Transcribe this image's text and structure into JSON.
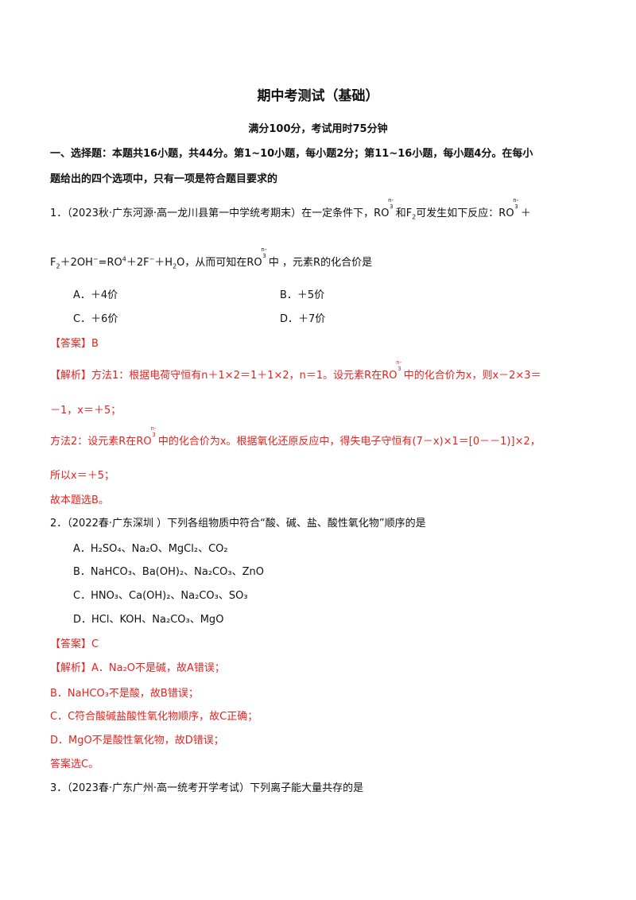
{
  "header": {
    "title": "期中考测试（基础）",
    "subtitle": "满分100分，考试用时75分钟"
  },
  "section1": {
    "line1": "一、选择题：本题共16小题，共44分。第1~10小题，每小题2分；第11~16小题，每小题4分。在每小",
    "line2": "题给出的四个选项中，只有一项是符合题目要求的"
  },
  "q1": {
    "number": "1．",
    "source": "（2023秋·广东河源·高一龙川县第一中学统考期末）",
    "stem_a": "在一定条件下，",
    "ion": "RO",
    "ion_sup_n": "n-",
    "ion_sub": "3",
    "stem_b": "和F",
    "stem_c": "可发生如下反应：",
    "stem_plus": "＋",
    "eq_a": "F",
    "eq_b": "＋2OH",
    "eq_c": "=RO",
    "eq_d": "＋2F",
    "eq_e": "＋H",
    "eq_f": "O，从而可知在",
    "eq_g": "中 ，元素R的化合价是",
    "optA": "A．＋4价",
    "optB": "B．＋5价",
    "optC": "C．＋6价",
    "optD": "D．＋7价",
    "answer_label": "【答案】",
    "answer": "B",
    "exp_label": "【解析】",
    "exp1_a": "方法1：根据电荷守恒有n＋1×2＝1＋1×2，n＝1。设元素R在",
    "exp1_b": "中的化合价为x，则x－2×3＝",
    "exp2": "－1，x＝＋5；",
    "exp3_a": "方法2：设元素R在",
    "exp3_b": "中的化合价为x。根据氧化还原反应中，得失电子守恒有(7－x)×1＝[0－－1)]×2，",
    "exp4": "所以x＝＋5；",
    "exp5": "故本题选B。"
  },
  "q2": {
    "stem": "2．（2022春·广东深圳 ）下列各组物质中符合“酸、碱、盐、酸性氧化物”顺序的是",
    "optA": "A．H₂SO₄、Na₂O、MgCl₂、CO₂",
    "optB": "B．NaHCO₃、Ba(OH)₂、Na₂CO₃、ZnO",
    "optC": "C．HNO₃、Ca(OH)₂、Na₂CO₃、SO₃",
    "optD": "D．HCl、KOH、Na₂CO₃、MgO",
    "answer_label": "【答案】",
    "answer": "C",
    "exp_label": "【解析】",
    "exp1": "A．Na₂O不是碱，故A错误；",
    "exp2": "B．NaHCO₃不是酸，故B错误；",
    "exp3": "C．C符合酸碱盐酸性氧化物顺序，故C正确；",
    "exp4": "D．MgO不是酸性氧化物，故D错误；",
    "exp5": "答案选C。"
  },
  "q3": {
    "stem": "3．（2023春·广东广州·高一统考开学考试）下列离子能大量共存的是"
  }
}
